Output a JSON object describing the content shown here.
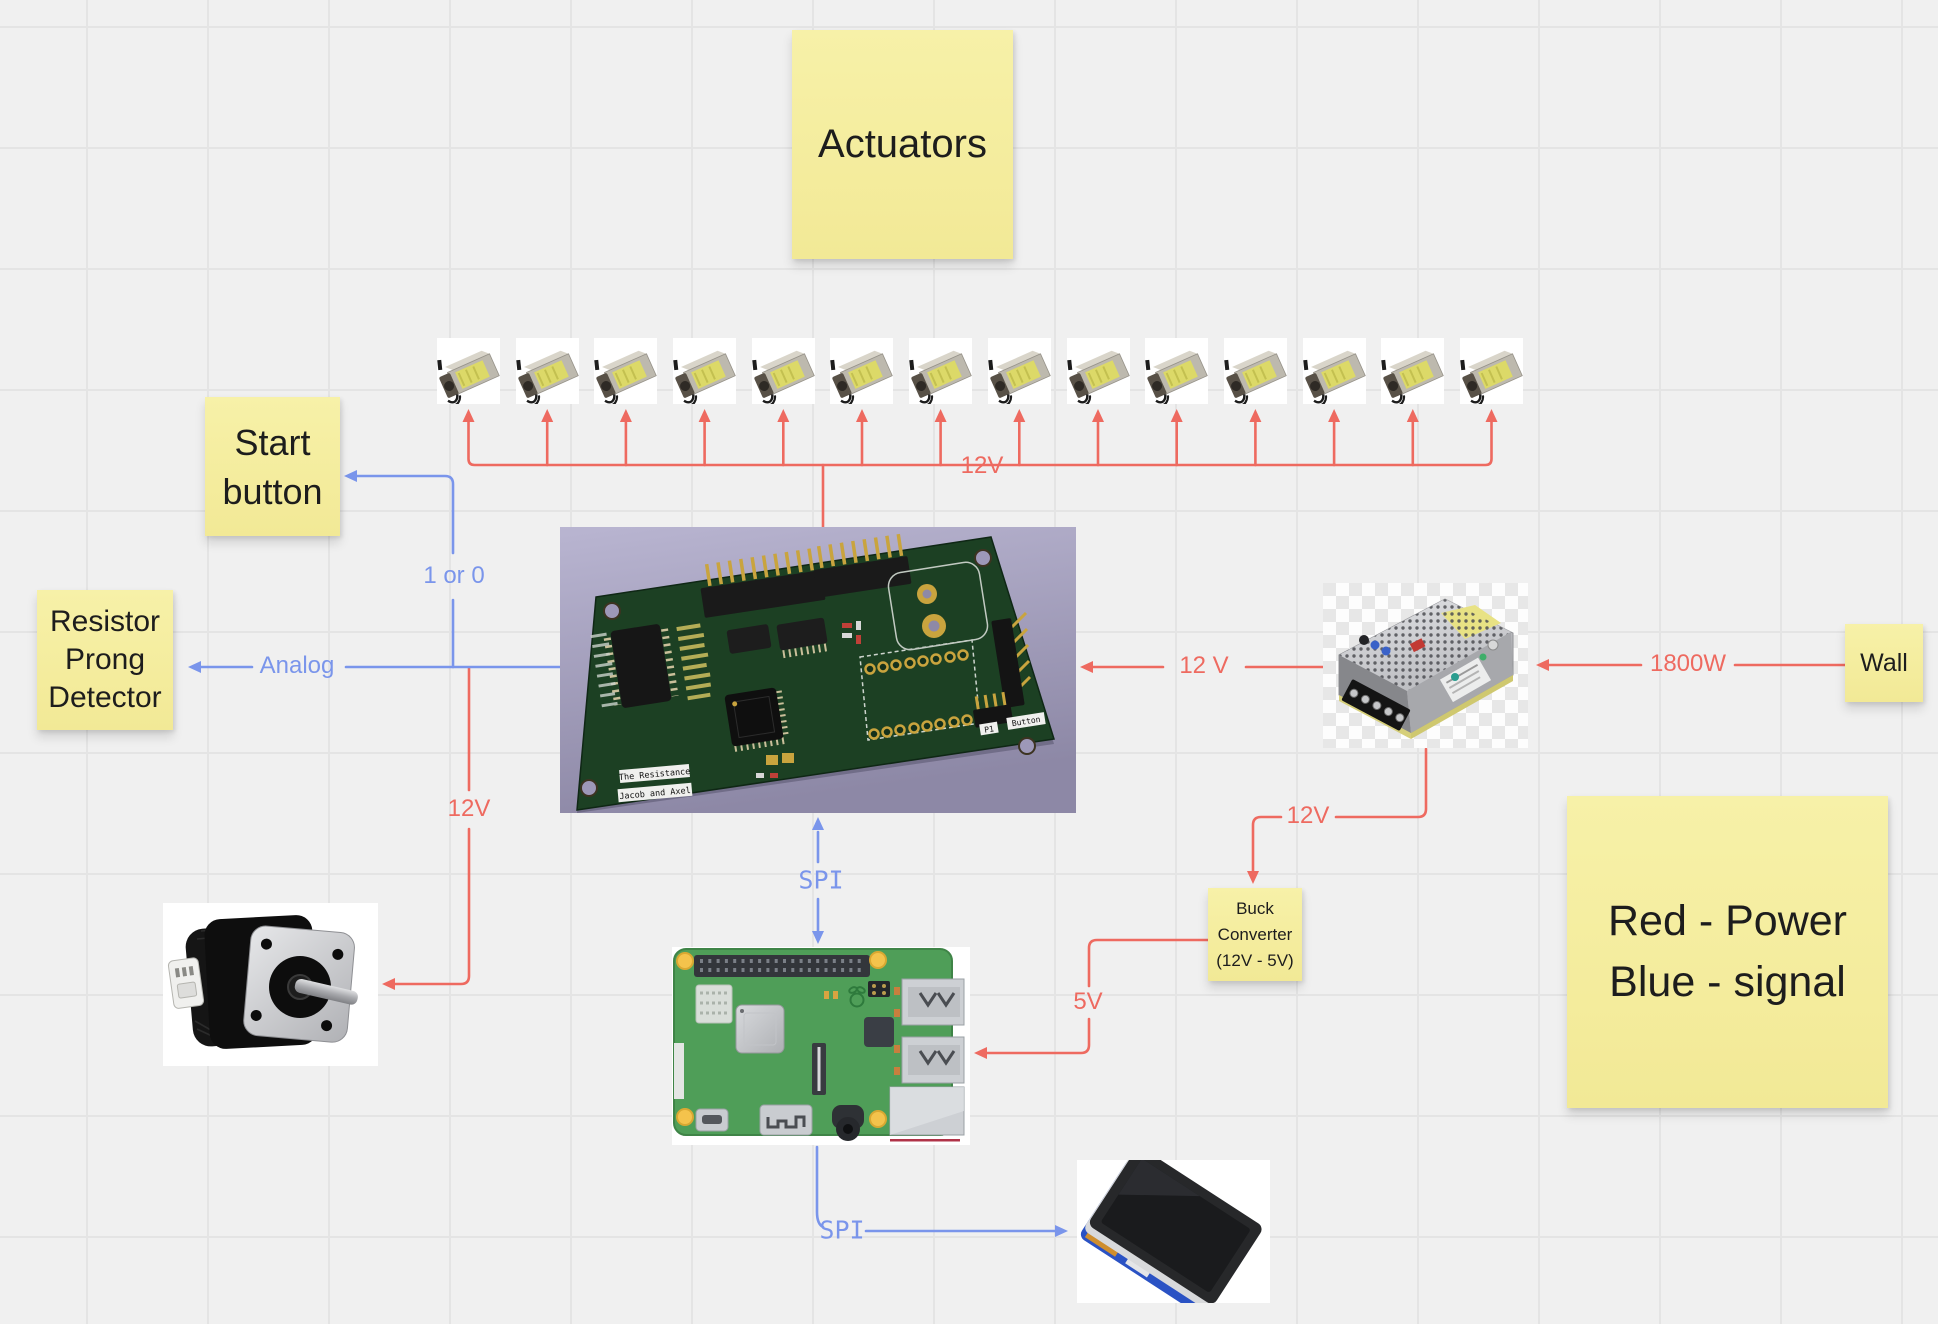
{
  "board": {
    "type": "whiteboard-diagram",
    "colors": {
      "background": "#f0f0f0",
      "grid": "#e4e4e4",
      "power": "#ee6a60",
      "signal": "#7a95eb",
      "sticky": "#f4ed9e",
      "text": "#1d1d1d"
    }
  },
  "stickies": {
    "actuators": "Actuators",
    "start_button": [
      "Start",
      "button"
    ],
    "resistor_prong": [
      "Resistor",
      "Prong",
      "Detector"
    ],
    "wall": "Wall",
    "buck_converter": [
      "Buck",
      "Converter",
      "(12V - 5V)"
    ],
    "legend": [
      "Red - Power",
      "Blue - signal"
    ]
  },
  "connector_labels": {
    "solenoid_bus": "12V",
    "psu_to_pcb": "12 V",
    "wall_to_psu": "1800W",
    "psu_to_buck": "12V",
    "buck_to_pi": "5V",
    "pcb_to_motor": "12V",
    "pcb_pi_spi": "SPI",
    "pi_lcd_spi": "SPI",
    "start_signal": "1 or 0",
    "analog_signal": "Analog"
  },
  "actuators": {
    "count": 14
  },
  "pcb": {
    "silk_title": "The Resistance",
    "silk_subtitle": "Jacob and Axel",
    "silk_p1": "P1",
    "silk_button": "Button"
  }
}
